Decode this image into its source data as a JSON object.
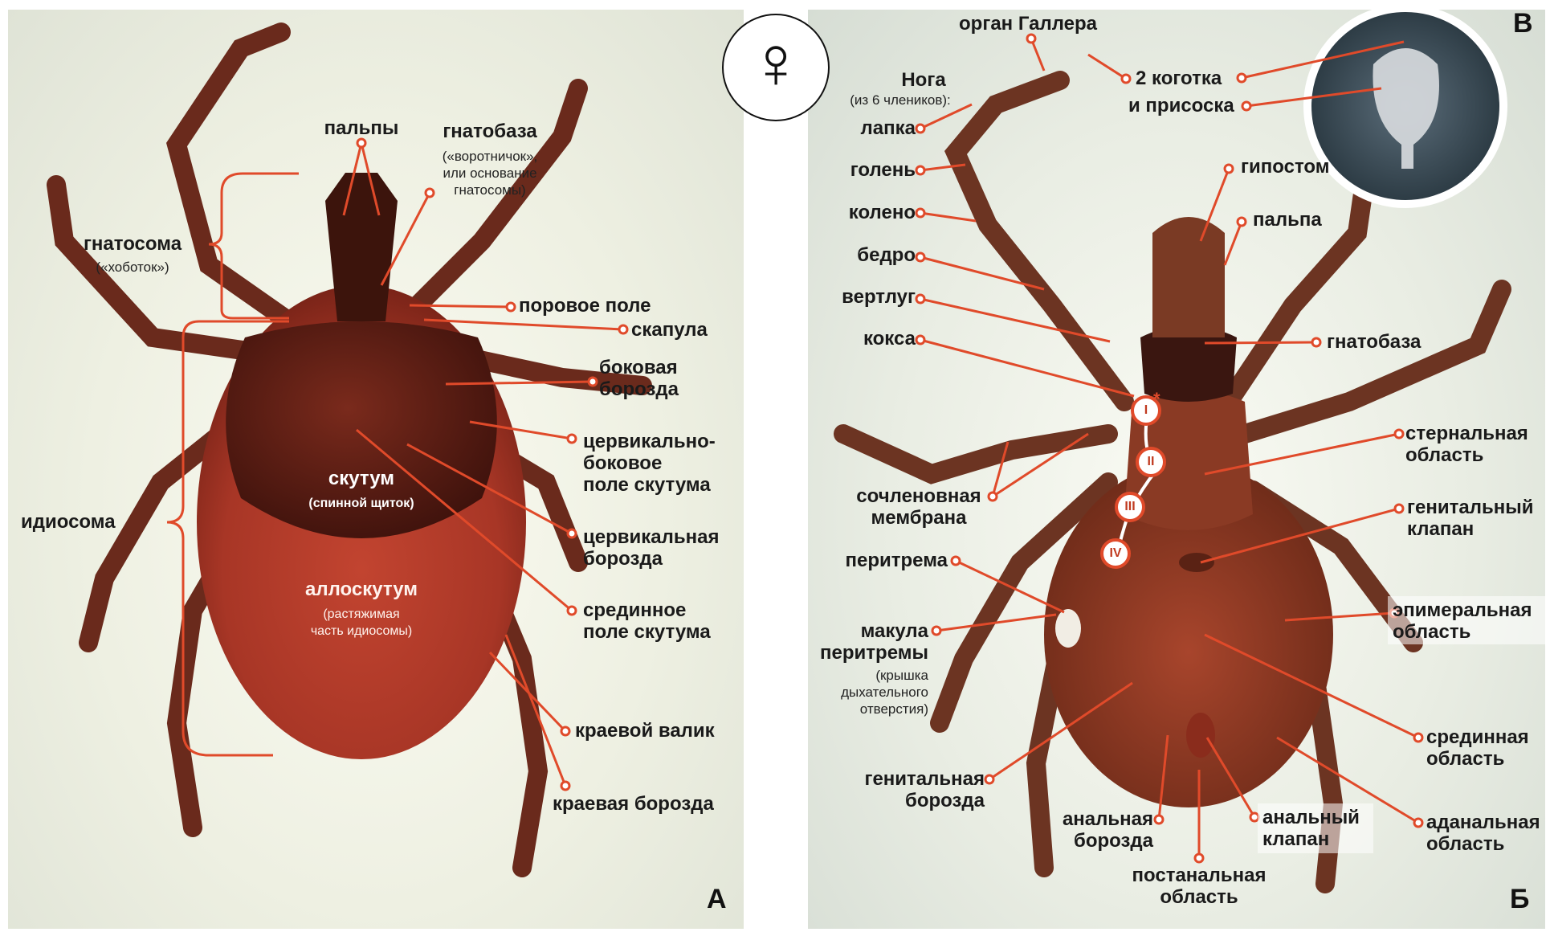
{
  "female_symbol": "♀",
  "panel_a": {
    "letter": "А",
    "labels": {
      "palpy": "пальпы",
      "gnatobaza": "гнатобаза",
      "gnatobaza_note": "(«воротничок»,\nили основание\nгнатосомы)",
      "gnatosoma": "гнатосома",
      "gnatosoma_note": "(«хоботок»)",
      "porovoe_pole": "поровое поле",
      "skapula": "скапула",
      "bokovaya_borozda": "боковая\nборозда",
      "cerv_bok_pole": "цервикально-\nбоковое\nполе скутума",
      "skutum": "скутум",
      "skutum_note": "(спинной щиток)",
      "cerv_borozda": "цервикальная\nборозда",
      "idiosoma": "идиосома",
      "sredinnoe_pole": "срединное\nполе скутума",
      "alloskutum": "аллоскутум",
      "alloskutum_note": "(растяжимая\nчасть идиосомы)",
      "kraevoy_valik": "краевой валик",
      "kraevaya_borozda": "краевая борозда"
    }
  },
  "panel_b": {
    "letter": "Б",
    "labels": {
      "organ_gallera": "орган Галлера",
      "noga": "Нога",
      "noga_note": "(из 6 члеников):",
      "lapka": "лапка",
      "golen": "голень",
      "koleno": "колено",
      "bedro": "бедро",
      "vertlug": "вертлуг",
      "koksa": "кокса",
      "gipostom": "гипостом",
      "palpa": "пальпа",
      "gnatobaza": "гнатобаза",
      "sternalnaya": "стернальная\nобласть",
      "sochl_membrana": "сочленовная\nмембрана",
      "genitalny_klapan": "генитальный\nклапан",
      "peritrema": "перитрема",
      "epimeralnaya": "эпимеральная\nобласть",
      "makula": "макула\nперитремы",
      "makula_note": "(крышка\nдыхательного\nотверстия)",
      "genitalnaya_borozda": "генитальная\nборозда",
      "sredinnaya": "срединная\nобласть",
      "analnaya_borozda": "анальная\nборозда",
      "analny_klapan": "анальный\nклапан",
      "adanalnaya": "аданальная\nобласть",
      "postanalnaya": "постанальная\nобласть"
    },
    "coxae": [
      "I",
      "II",
      "III",
      "IV"
    ],
    "coxa_mark": "*"
  },
  "panel_c": {
    "letter": "В",
    "labels": {
      "kogotka": "2 коготка",
      "prisoska": "и присоска"
    }
  },
  "colors": {
    "accent": "#e04a2a",
    "body_dark": "#5a1d14",
    "body_red": "#b8402c"
  }
}
